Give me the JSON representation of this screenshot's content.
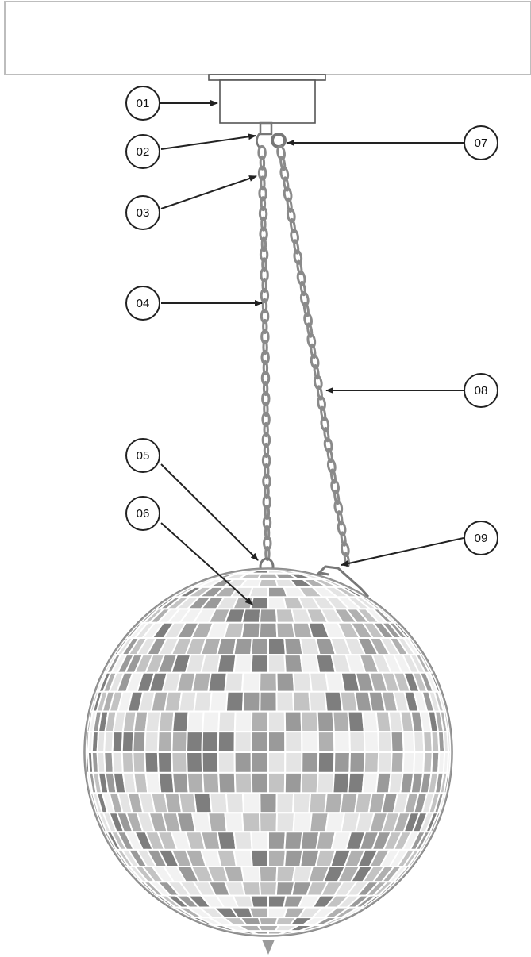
{
  "callouts": [
    {
      "id": "01",
      "label": "01"
    },
    {
      "id": "02",
      "label": "02"
    },
    {
      "id": "03",
      "label": "03"
    },
    {
      "id": "04",
      "label": "04"
    },
    {
      "id": "05",
      "label": "05"
    },
    {
      "id": "06",
      "label": "06"
    },
    {
      "id": "07",
      "label": "07"
    },
    {
      "id": "08",
      "label": "08"
    },
    {
      "id": "09",
      "label": "09"
    }
  ],
  "colors": {
    "line": "#333333",
    "chain": "#8a8a8a",
    "ceiling": "#bdbdbd",
    "tiles": [
      "#9a9a9a",
      "#c3c3c3",
      "#e4e4e4",
      "#7e7e7e",
      "#b0b0b0",
      "#f2f2f2"
    ]
  }
}
